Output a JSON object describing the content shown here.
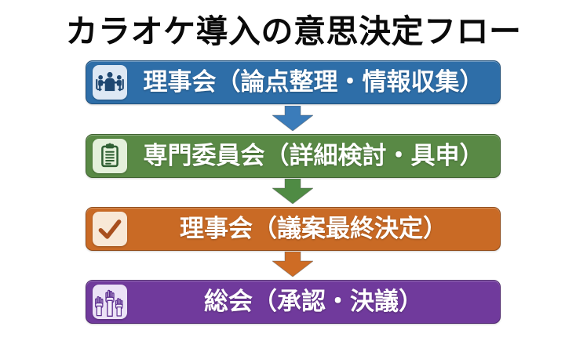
{
  "title": "カラオケ導入の意思決定フロー",
  "background_color": "#FFFFFF",
  "steps": [
    {
      "label": "理事会（論点整理・情報収集）",
      "icon": "meeting-icon",
      "bar_color": "#2E6EA8",
      "icon_bg": "#DDE8F4",
      "icon_glyph_color": "#1E4771"
    },
    {
      "label": "専門委員会（詳細検討・具申）",
      "icon": "clipboard-icon",
      "bar_color": "#598945",
      "icon_bg": "#E4F0DB",
      "icon_glyph_color": "#2F5F33"
    },
    {
      "label": "理事会（議案最終決定）",
      "icon": "checkmark-icon",
      "bar_color": "#C96A25",
      "icon_bg": "#F8E8D6",
      "icon_glyph_color": "#A84F1E"
    },
    {
      "label": "総会（承認・決議）",
      "icon": "raised-hands-icon",
      "bar_color": "#703A9C",
      "icon_bg": "#EBE2F6",
      "icon_glyph_color": "#5C2D8F"
    }
  ],
  "arrows": [
    {
      "direction": "down",
      "color": "#3B7CBA"
    },
    {
      "direction": "down",
      "color": "#4F8B44"
    },
    {
      "direction": "down",
      "color": "#CE6C25"
    }
  ]
}
